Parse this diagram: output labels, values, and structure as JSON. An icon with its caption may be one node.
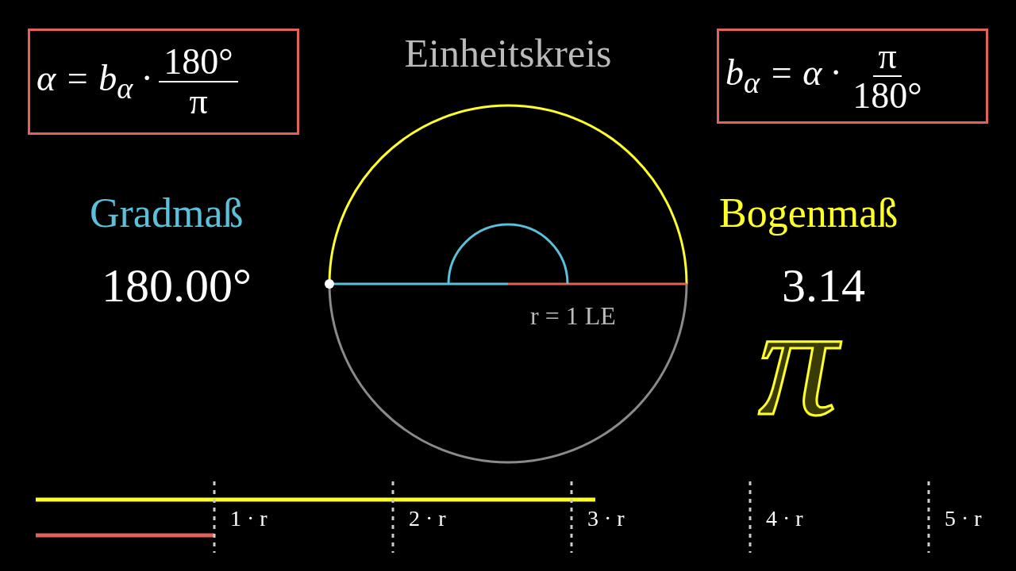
{
  "diagram": {
    "title": "Einheitskreis",
    "nodes": [
      {
        "text": [
          "α = b$_{α}$ ·",
          "180°",
          "π"
        ]
      },
      {
        "text": [
          "b$_{α}$ = α ·",
          "π",
          "180°"
        ]
      }
    ],
    "labels": [
      "Gradmaß",
      "180.00°",
      "Bogenmaß",
      "3.14",
      "π",
      "r = 1 LE",
      "1 · r",
      "2 · r",
      "3 · r",
      "4 · r",
      "5 · r"
    ]
  }
}
